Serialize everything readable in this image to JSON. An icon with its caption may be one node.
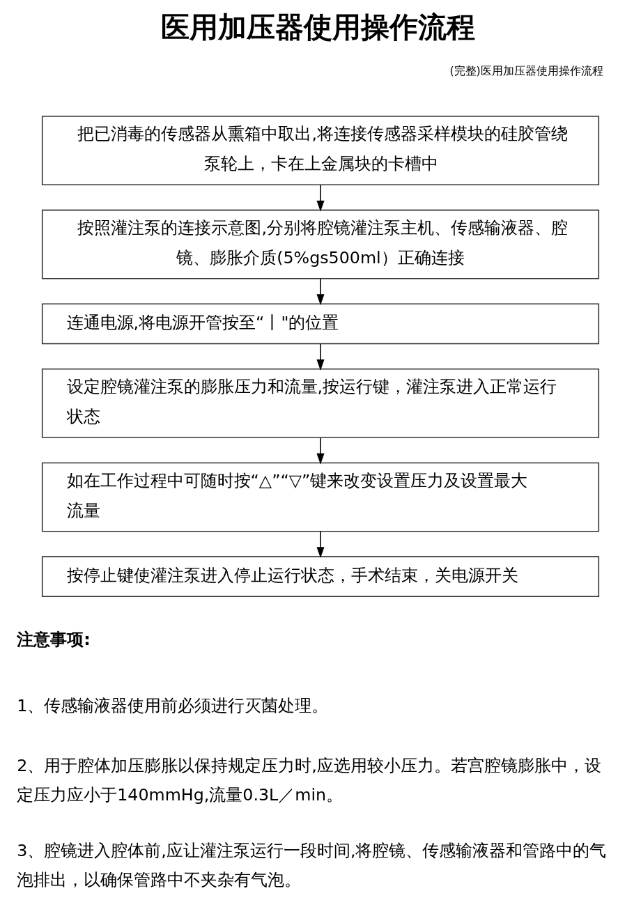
{
  "diagram": {
    "title": "医用加压器使用操作流程",
    "nodes": [
      {
        "text": [
          "把已消毒的传感器从熏箱中取出,将连接传感器采样模块的硅胶管绕泵轮上，卡在上金属块的卡槽中"
        ]
      },
      {
        "text": [
          "按照灌注泵的连接示意图,分别将腔镜灌注泵主机、传感输液器、腔镜、膨胀介质(5%gs500ml）正确连接"
        ]
      },
      {
        "text": [
          "连通电源,将电源开管按至“丨\"的位置"
        ]
      },
      {
        "text": [
          "设定腔镜灌注泵的膨胀压力和流量,按运行键，灌注泵进入正常运行状态"
        ]
      },
      {
        "text": [
          "如在工作过程中可随时按“△”“▽”键来改变设置压力及设置最大流量"
        ]
      },
      {
        "text": [
          "按停止键使灌注泵进入停止运行状态，手术结束，关电源开关"
        ]
      }
    ],
    "edges": [
      {
        "from": 0,
        "to": 1,
        "arrow": "to"
      },
      {
        "from": 1,
        "to": 2,
        "arrow": "to"
      },
      {
        "from": 2,
        "to": 3,
        "arrow": "to"
      },
      {
        "from": 3,
        "to": 4,
        "arrow": "to"
      },
      {
        "from": 4,
        "to": 5,
        "arrow": "to"
      }
    ],
    "labels": [
      "(完整)医用加压器使用操作流程",
      "注意事项:",
      "1、传感输液器使用前必须进行灭菌处理。",
      "2、用于腔体加压膨胀以保持规定压力时,应选用较小压力。若宫腔镜膨胀中，设定压力应小于140mmHg,流量0.3L／min。",
      "3、腔镜进入腔体前,应让灌注泵运行一段时间,将腔镜、传感输液器和管路中的气泡排出，以确保管路中不夹杂有气泡。"
    ]
  }
}
